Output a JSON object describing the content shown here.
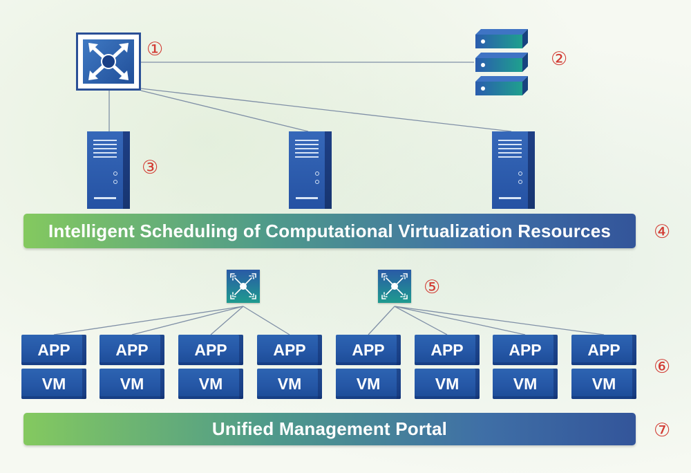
{
  "bars": {
    "scheduling": "Intelligent Scheduling of Computational Virtualization Resources",
    "portal": "Unified Management Portal"
  },
  "markers": [
    "①",
    "②",
    "③",
    "④",
    "⑤",
    "⑥",
    "⑦"
  ],
  "icons": {
    "core_switch": "network-switch-icon",
    "storage": "storage-array-icon",
    "server": "server-tower-icon",
    "virtual_switch": "virtual-switch-icon"
  },
  "servers": [
    "server-1",
    "server-2",
    "server-3"
  ],
  "virtual_switches": [
    "vswitch-1",
    "vswitch-2"
  ],
  "workloads": [
    {
      "app": "APP",
      "vm": "VM"
    },
    {
      "app": "APP",
      "vm": "VM"
    },
    {
      "app": "APP",
      "vm": "VM"
    },
    {
      "app": "APP",
      "vm": "VM"
    },
    {
      "app": "APP",
      "vm": "VM"
    },
    {
      "app": "APP",
      "vm": "VM"
    },
    {
      "app": "APP",
      "vm": "VM"
    },
    {
      "app": "APP",
      "vm": "VM"
    }
  ],
  "colors": {
    "marker": "#d23b33",
    "bar_start": "#84c95f",
    "bar_end": "#33559a",
    "server_blue": "#2d5fae",
    "switch_teal": "#1e9b8f"
  }
}
